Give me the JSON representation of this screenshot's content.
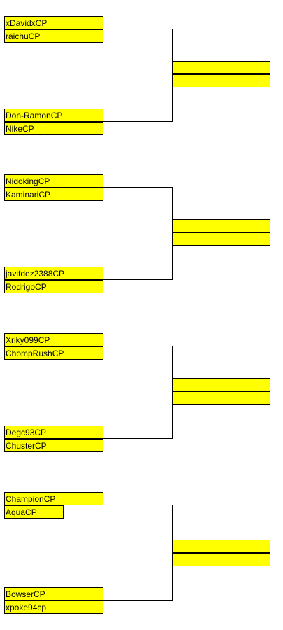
{
  "colors": {
    "slot_fill": "#ffff00",
    "border": "#000000",
    "background": "#ffffff"
  },
  "brackets": [
    {
      "top_pair": [
        "xDavidxCP",
        "raichuCP"
      ],
      "bottom_pair": [
        "Don-RamonCP",
        "NikeCP"
      ],
      "result": [
        "",
        ""
      ]
    },
    {
      "top_pair": [
        "NidokingCP",
        "KaminariCP"
      ],
      "bottom_pair": [
        "javifdez2388CP",
        "RodrigoCP"
      ],
      "result": [
        "",
        ""
      ]
    },
    {
      "top_pair": [
        "Xriky099CP",
        "ChompRushCP"
      ],
      "bottom_pair": [
        "Degc93CP",
        "ChusterCP"
      ],
      "result": [
        "",
        ""
      ]
    },
    {
      "top_pair": [
        "ChampionCP",
        "AquaCP"
      ],
      "bottom_pair": [
        "BowserCP",
        "xpoke94cp"
      ],
      "result": [
        "",
        ""
      ]
    }
  ]
}
